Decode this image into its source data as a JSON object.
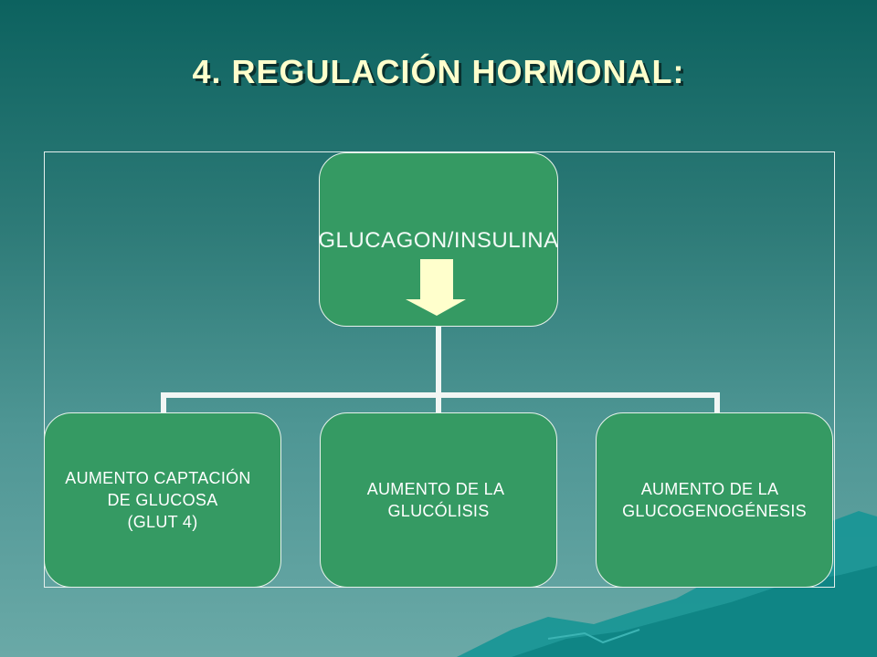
{
  "slide": {
    "title": "4. REGULACIÓN HORMONAL:",
    "root": {
      "label": "GLUCAGON/INSULINA"
    },
    "children": [
      {
        "lines": [
          "AUMENTO CAPTACIÓN",
          "DE GLUCOSA",
          "(GLUT 4)"
        ]
      },
      {
        "lines": [
          "AUMENTO DE LA",
          "GLUCÓLISIS"
        ]
      },
      {
        "lines": [
          "AUMENTO DE LA",
          "GLUCOGENOGÉNESIS"
        ]
      }
    ]
  },
  "colors": {
    "background_top": "#0c625f",
    "background_bottom": "#6aa9a7",
    "title": "#ffffcc",
    "node_fill": "#359a63",
    "arrow": "#ffffcc"
  },
  "icons": {
    "root_arrow": "down-arrow-icon"
  }
}
